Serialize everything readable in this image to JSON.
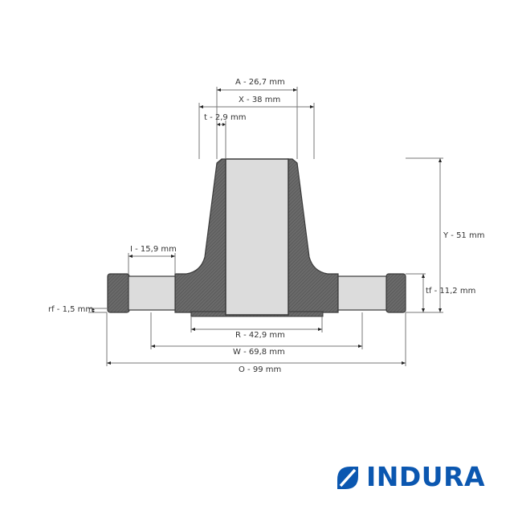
{
  "drawing": {
    "title": "Weld neck flange dimension drawing",
    "colors": {
      "section": "#666666",
      "section_outline": "#3a3a3a",
      "bore": "#dcdcdc",
      "dimension_line": "#777777",
      "text": "#333333",
      "brand": "#0b57b0"
    },
    "dimensions": {
      "A": "A - 26,7 mm",
      "X": "X - 38 mm",
      "t": "t - 2,9 mm",
      "I": "I - 15,9 mm",
      "Y": "Y - 51 mm",
      "tf": "tf - 11,2 mm",
      "rf": "rf - 1,5 mm",
      "R": "R - 42,9 mm",
      "W": "W - 69,8 mm",
      "O": "O - 99 mm"
    }
  },
  "brand": {
    "name": "INDURA",
    "logo_icon": "indura-logo-icon"
  }
}
